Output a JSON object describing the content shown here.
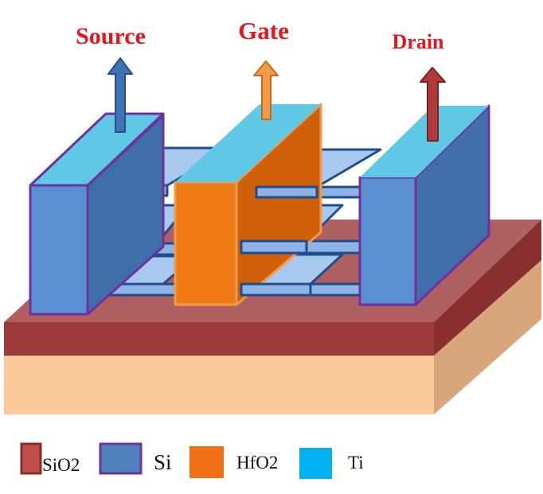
{
  "terminals": {
    "source": "Source",
    "gate": "Gate",
    "drain": "Drain"
  },
  "legend": [
    {
      "label": "SiO2",
      "color": "#c0504d",
      "border": "#8b2a2a"
    },
    {
      "label": "Si",
      "color": "#4f81bd",
      "border": "#7030a0"
    },
    {
      "label": "HfO2",
      "color": "#f07014",
      "border": "#f07014"
    },
    {
      "label": "Ti",
      "color": "#00b0f0",
      "border": "#00b0f0"
    }
  ],
  "colors": {
    "substrate_top": "#b06060",
    "substrate_band": "#9c3a3a",
    "substrate_base": "#fbc99a",
    "si_face": "#5b8fd4",
    "si_side": "#3f6ea8",
    "si_outline": "#7030a0",
    "ti_top": "#5ec8e5",
    "nanosheet": "#a9c8f0",
    "nanosheet_edge": "#1f4e8c",
    "gate_face": "#f07a14",
    "gate_side": "#d0600a",
    "source_arrow": "#3f73b6",
    "gate_arrow": "#f2994a",
    "drain_arrow": "#b33a3a"
  }
}
